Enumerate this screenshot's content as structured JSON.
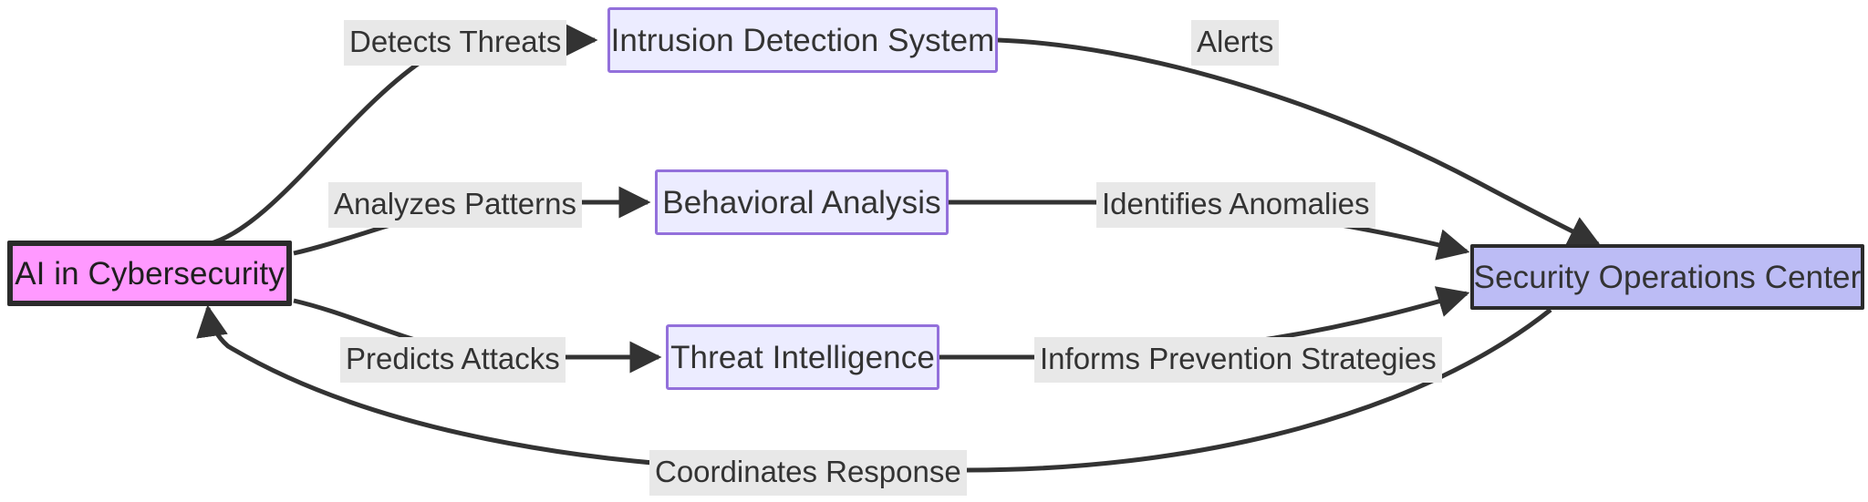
{
  "diagram": {
    "type": "flowchart",
    "orientation": "left-to-right",
    "background_color": "#ffffff",
    "nodes": [
      {
        "id": "ai",
        "label": "AI in Cybersecurity",
        "fill": "#ff99ff",
        "stroke": "#2b2b2b",
        "text_color": "#1f1f1f"
      },
      {
        "id": "ids",
        "label": "Intrusion Detection System",
        "fill": "#ececff",
        "stroke": "#9370db",
        "text_color": "#333333"
      },
      {
        "id": "behavioral",
        "label": "Behavioral Analysis",
        "fill": "#ececff",
        "stroke": "#9370db",
        "text_color": "#333333"
      },
      {
        "id": "threat",
        "label": "Threat Intelligence",
        "fill": "#ececff",
        "stroke": "#9370db",
        "text_color": "#333333"
      },
      {
        "id": "soc",
        "label": "Security Operations Center",
        "fill": "#bcbcf5",
        "stroke": "#2b2b2b",
        "text_color": "#333333"
      }
    ],
    "edges": [
      {
        "from": "ai",
        "to": "ids",
        "label": "Detects Threats"
      },
      {
        "from": "ai",
        "to": "behavioral",
        "label": "Analyzes Patterns"
      },
      {
        "from": "ai",
        "to": "threat",
        "label": "Predicts Attacks"
      },
      {
        "from": "ids",
        "to": "soc",
        "label": "Alerts"
      },
      {
        "from": "behavioral",
        "to": "soc",
        "label": "Identifies Anomalies"
      },
      {
        "from": "threat",
        "to": "soc",
        "label": "Informs Prevention Strategies"
      },
      {
        "from": "soc",
        "to": "ai",
        "label": "Coordinates Response"
      }
    ],
    "edge_label_background": "#e8e8e8",
    "edge_stroke": "#333333"
  }
}
